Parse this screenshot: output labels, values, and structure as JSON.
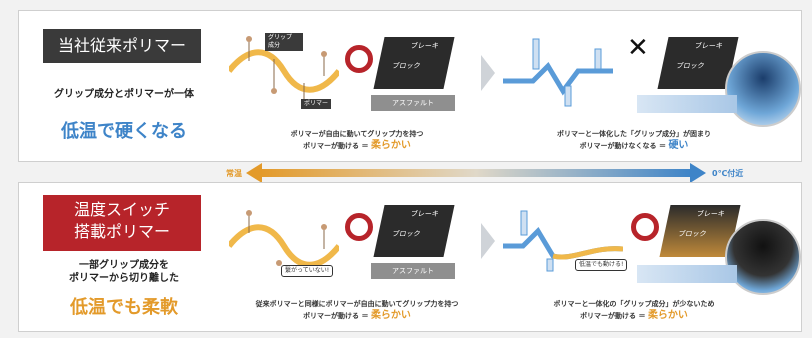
{
  "top": {
    "title": "当社従来ポリマー",
    "description": "グリップ成分とポリマーが一体",
    "headline": "低温で硬くなる",
    "tag_grip": "グリップ\n成分",
    "tag_polymer": "ポリマー",
    "block_brake": "ブレーキ",
    "block_label": "ブロック",
    "road_label": "アスファルト",
    "caption_left_line1": "ポリマーが自由に動いてグリップ力を持つ",
    "caption_left_line2": "ポリマーが動ける ＝ ",
    "caption_left_highlight": "柔らかい",
    "caption_right_line1": "ポリマーと一体化した「グリップ成分」が固まり",
    "caption_right_line2": "ポリマーが動けなくなる ＝ ",
    "caption_right_highlight": "硬い"
  },
  "arrow": {
    "left_label": "常温",
    "right_label": "0℃付近"
  },
  "bottom": {
    "title_line1": "温度スイッチ",
    "title_line2": "搭載ポリマー",
    "description_line1": "一部グリップ成分を",
    "description_line2": "ポリマーから切り離した",
    "headline": "低温でも柔軟",
    "tag_free": "繋がっていない!",
    "tag_low": "低温でも動ける!",
    "block_brake": "ブレーキ",
    "block_label": "ブロック",
    "road_label": "アスファルト",
    "caption_left_line1": "従来ポリマーと同様にポリマーが自由に動いてグリップ力を持つ",
    "caption_left_line2": "ポリマーが動ける ＝ ",
    "caption_left_highlight": "柔らかい",
    "caption_right_line1": "ポリマーと一体化の「グリップ成分」が少ないため",
    "caption_right_line2": "ポリマーが動ける ＝ ",
    "caption_right_highlight": "柔らかい"
  },
  "colors": {
    "warm": "#e39a2a",
    "cold": "#3e84c8",
    "red": "#b7242a"
  }
}
